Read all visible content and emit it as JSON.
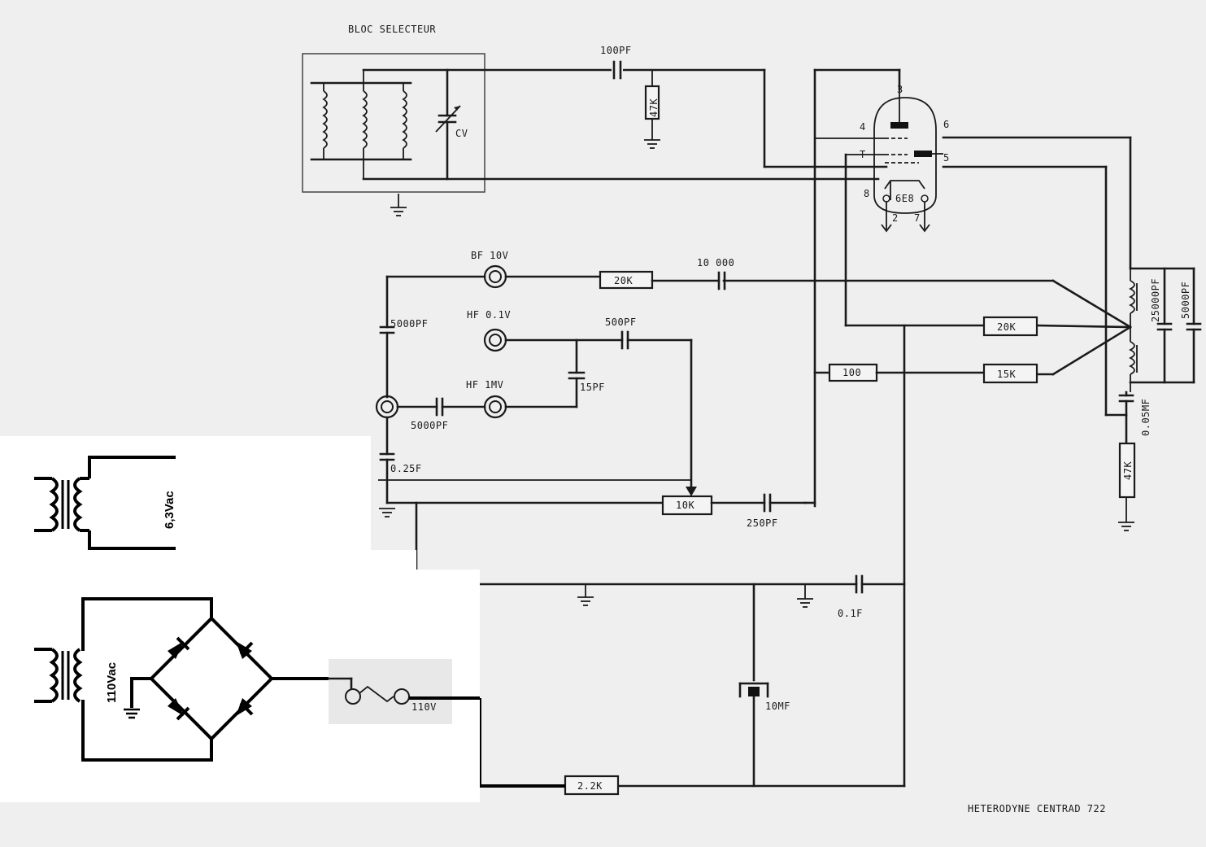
{
  "title": "HETERODYNE CENTRAD 722",
  "labels": {
    "bloc": "BLOC SELECTEUR",
    "cv": "CV",
    "c100pf": "100PF",
    "r47k_top": "47K",
    "pin3": "3",
    "pin4": "4",
    "pinT": "T",
    "pin6": "6",
    "pin5": "5",
    "pin8": "8",
    "pin2": "2",
    "pin7": "7",
    "tube": "6E8",
    "bf": "BF 10V",
    "r20k_a": "20K",
    "c10000": "10 000",
    "c5000_a": "5000PF",
    "hf01": "HF 0.1V",
    "c500pf": "500PF",
    "c15pf": "15PF",
    "hf1mv": "HF 1MV",
    "c5000_b": "5000PF",
    "c025": "0.25F",
    "r10k": "10K",
    "c250pf": "250PF",
    "r100": "100",
    "r20k_b": "20K",
    "r15k": "15K",
    "c25000": "25000PF",
    "c5000_c": "5000PF",
    "c005": "0.05MF",
    "r47k_right": "47K",
    "c01": "0.1F",
    "c10": "10MF",
    "r22k": "2.2K",
    "v110": "110V",
    "vac63": "6,3Vac",
    "vac110": "110Vac"
  }
}
